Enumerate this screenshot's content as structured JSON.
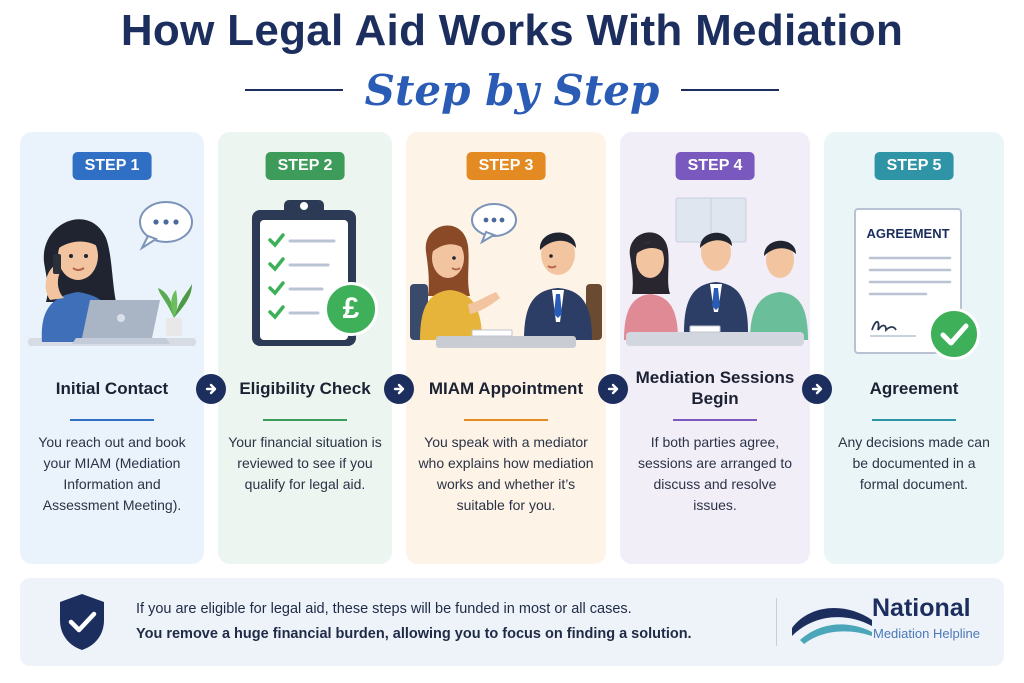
{
  "header": {
    "title": "How Legal Aid Works With Mediation",
    "subtitle": "Step by Step"
  },
  "steps": [
    {
      "badge": "STEP 1",
      "title": "Initial Contact",
      "description": "You reach out and book your MIAM (Mediation Information and Assessment Meeting).",
      "color": "#2f6fc4",
      "card_bg": "#eaf2fb",
      "icon": "person-on-phone-with-laptop-icon"
    },
    {
      "badge": "STEP 2",
      "title": "Eligibility Check",
      "description": "Your financial situation is reviewed to see if you qualify for legal aid.",
      "color": "#3e9c5a",
      "card_bg": "#ecf5ef",
      "icon": "checklist-clipboard-pound-icon",
      "currency_symbol": "£"
    },
    {
      "badge": "STEP 3",
      "title": "MIAM Appointment",
      "description": "You speak with a mediator who explains how mediation works and whether it’s suitable for you.",
      "color": "#e38a22",
      "card_bg": "#fdf3e6",
      "icon": "two-people-meeting-icon"
    },
    {
      "badge": "STEP 4",
      "title": "Mediation Sessions Begin",
      "description": "If both parties agree, sessions are arranged to discuss and resolve issues.",
      "color": "#7a59bf",
      "card_bg": "#f1eef8",
      "icon": "three-people-at-table-icon"
    },
    {
      "badge": "STEP 5",
      "title": "Agreement",
      "description": "Any decisions made can be documented in a formal document.",
      "color": "#2e94a6",
      "card_bg": "#eaf5f8",
      "icon": "signed-agreement-document-icon",
      "document_label": "AGREEMENT"
    }
  ],
  "footer": {
    "line1": "If you are eligible for legal aid, these steps will be funded in most or all cases.",
    "line2": "You remove a huge financial burden, allowing you to focus on finding a solution.",
    "icon": "shield-check-icon"
  },
  "brand": {
    "name": "National",
    "tagline": "Mediation Helpline"
  },
  "colors": {
    "navy": "#1c2e5e",
    "accent_blue": "#2a5bb5",
    "check_green": "#3fb05a"
  }
}
